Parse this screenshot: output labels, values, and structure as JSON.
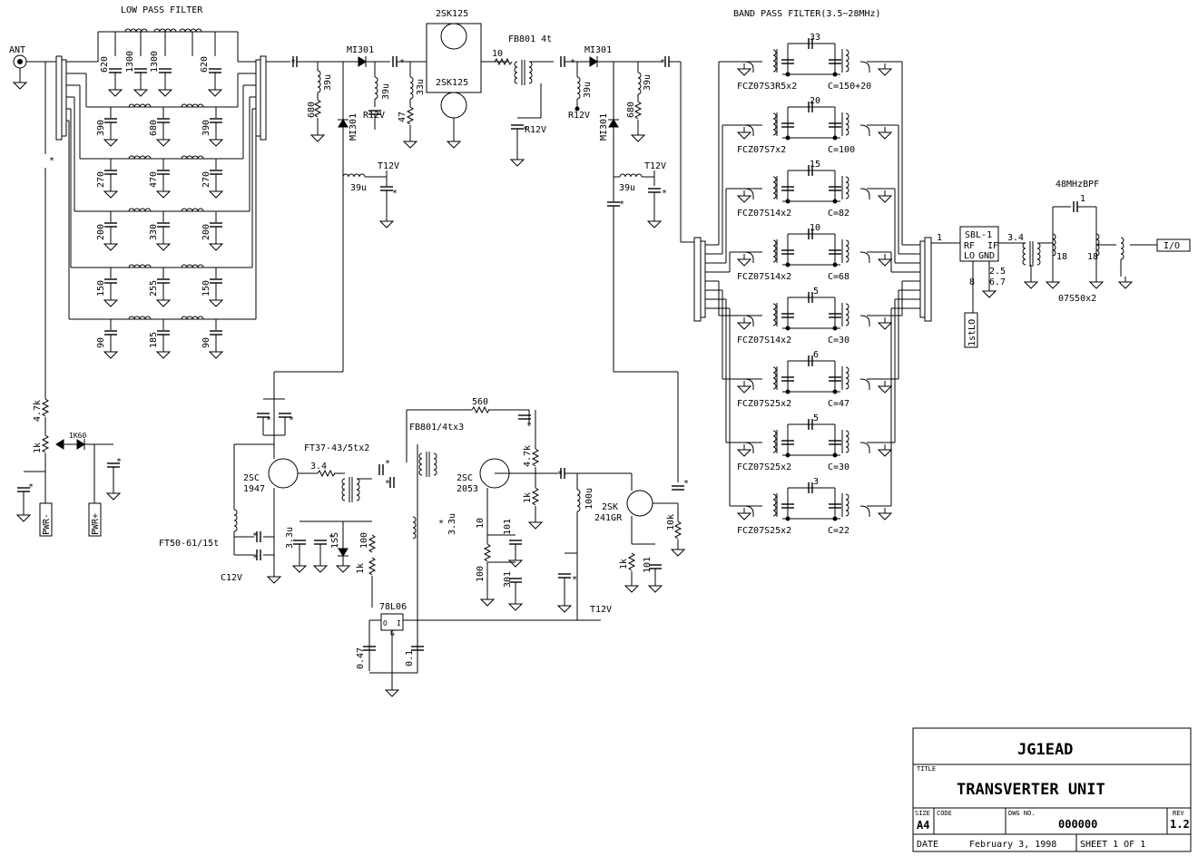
{
  "sections": {
    "low_pass_filter": "LOW PASS FILTER",
    "band_pass_filter": "BAND PASS FILTER(3.5~28MHz)",
    "bpf_48": "48MHzBPF"
  },
  "connectors": {
    "ant": "ANT",
    "io": "I/O",
    "pwr_minus": "PWR-",
    "pwr_plus": "PWR+",
    "first_lo": "1stLO"
  },
  "lpf": {
    "rows": [
      {
        "c": [
          "620",
          "1300",
          "1300",
          "620"
        ]
      },
      {
        "c": [
          "390",
          "680",
          "390"
        ]
      },
      {
        "c": [
          "270",
          "470",
          "270"
        ]
      },
      {
        "c": [
          "200",
          "330",
          "200"
        ]
      },
      {
        "c": [
          "150",
          "255",
          "150"
        ]
      },
      {
        "c": [
          "90",
          "185",
          "90"
        ]
      }
    ]
  },
  "bpf": {
    "stages": [
      {
        "coupling": "33",
        "coil": "FCZ07S3R5x2",
        "cap": "C=150+20"
      },
      {
        "coupling": "20",
        "coil": "FCZ07S7x2",
        "cap": "C=100"
      },
      {
        "coupling": "15",
        "coil": "FCZ07S14x2",
        "cap": "C=82"
      },
      {
        "coupling": "10",
        "coil": "FCZ07S14x2",
        "cap": "C=68"
      },
      {
        "coupling": "5",
        "coil": "FCZ07S14x2",
        "cap": "C=30"
      },
      {
        "coupling": "6",
        "coil": "FCZ07S25x2",
        "cap": "C=47"
      },
      {
        "coupling": "5",
        "coil": "FCZ07S25x2",
        "cap": "C=30"
      },
      {
        "coupling": "3",
        "coil": "FCZ07S25x2",
        "cap": "C=22"
      }
    ]
  },
  "labels": {
    "mi301_a": "MI301",
    "mi301_b": "MI301",
    "mi301_c": "MI301",
    "mi301_d": "MI301",
    "fet_top": "2SK125",
    "fet_bot": "2SK125",
    "fb801_4t": "FB801 4t",
    "r10": "10",
    "ind_39u_a": "39u",
    "ind_39u_b": "39u",
    "ind_39u_c": "39u",
    "ind_39u_d": "39u",
    "ind_39u_e": "39u",
    "ind_39u_f": "39u",
    "ind_33u": "33u",
    "r680_a": "680",
    "r680_b": "680",
    "r47": "47",
    "r12v_a": "R12V",
    "r12v_b": "R12V",
    "r12v_c": "R12V",
    "t12v_a": "T12V",
    "t12v_b": "T12V",
    "t12v_c": "T12V",
    "c12v": "C12V",
    "r4k7_a": "4.7k",
    "r1k_a": "1k",
    "d1k60": "1K60",
    "ft50": "FT50-61/15t",
    "ft37": "FT37-43/5tx2",
    "r3_4_a": "3.4",
    "q_2sc1947_a": "2SC",
    "q_2sc1947_b": "1947",
    "c3_3u_a": "3.3u",
    "d1ss": "1SS",
    "r100_a": "100",
    "r1k_b": "1k",
    "reg_78l06": "78L06",
    "reg_o": "O",
    "reg_i": "I",
    "reg_g": "G",
    "c0_47": "0.47",
    "c0_1": "0.1",
    "fb801_4tx3": "FB801/4tx3",
    "r560": "560",
    "c3_3u_b": "3.3u",
    "q_2sc2053_a": "2SC",
    "q_2sc2053_b": "2053",
    "r4k7_b": "4.7k",
    "r1k_c": "1k",
    "r10_b": "10",
    "c101_a": "101",
    "r100_b": "100",
    "c301": "301",
    "ind_100u": "100u",
    "q_2sk241_a": "2SK",
    "q_2sk241_b": "241GR",
    "r10k": "10k",
    "r1k_d": "1k",
    "c101_b": "101",
    "sbl1": "SBL-1",
    "sbl_rf": "RF",
    "sbl_if": "IF",
    "sbl_lo": "LO",
    "sbl_gnd": "GND",
    "pin1_a": "1",
    "r3_4_b": "3.4",
    "pins_25": "2.5",
    "pins_67": "6.7",
    "pin8": "8",
    "c1": "1",
    "c18_a": "18",
    "c18_b": "18",
    "coil_07s50": "07S50x2",
    "star": "*"
  },
  "title_block": {
    "company": "JG1EAD",
    "title_label": "TITLE",
    "title": "TRANSVERTER UNIT",
    "size_label": "SIZE",
    "size": "A4",
    "code_label": "CODE",
    "dwg_label": "DWG NO.",
    "dwg_no": "000000",
    "rev_label": "REV",
    "rev": "1.2",
    "date_label": "DATE",
    "date": "February 3, 1998",
    "sheet": "SHEET 1 OF 1"
  }
}
